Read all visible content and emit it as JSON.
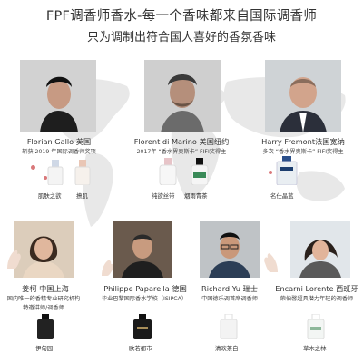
{
  "header": {
    "title": "FPF调香师香水-每一个香味都来自国际调香师",
    "subtitle": "只为调制出符合国人喜好的香氛香味"
  },
  "perfumers": [
    {
      "name": "Florian Gallo 英国",
      "award": "斩获 2019 年国际调香师奖项",
      "products": [
        "肌肤之欲",
        "撩肌"
      ]
    },
    {
      "name": "Florent di Marino 美国纽约",
      "award": "2017年 “香水界奥斯卡” FIFI奖得主",
      "products": [
        "纯欲丝带",
        "烟雨青茶"
      ]
    },
    {
      "name": "Harry Fremont法国宽纳",
      "award": "多次 “香水界奥斯卡” FIFI奖得主",
      "products": [
        "名仕晶蓝"
      ]
    },
    {
      "name": "姜柯 中国上海",
      "award": "国内唯一的香精专业研究机构 特邀讲师/调香师",
      "award_line1": "国内唯一的香精专业研究机构",
      "award_line2": "特邀讲师/调香师",
      "products": [
        "伊甸园"
      ]
    },
    {
      "name": "Philippe Paparella 德国",
      "award": "毕业巴黎国际香水学校（ISIPCA）",
      "products": [
        "欧若都市"
      ]
    },
    {
      "name": "Richard Yu 瑞士",
      "award": "中国德乐调首席调香师",
      "products": [
        "清欢茶白"
      ]
    },
    {
      "name": "Encarni Lorente 西班牙",
      "award": "荣伯馨超具潜力年轻的调香师",
      "products": [
        "草木之林"
      ]
    }
  ]
}
